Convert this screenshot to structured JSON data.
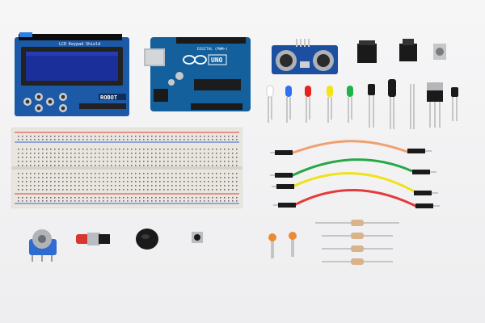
{
  "scene": {
    "background": "#f3f3f4"
  },
  "lcd_shield": {
    "header_text": "LCD Keypad Shield",
    "brand_text": "ROBOT",
    "pcb_color": "#1c5aa8",
    "screen_color": "#1b2f9a"
  },
  "uno": {
    "logo_text": "UNO",
    "board_label": "DIGITAL (PWM~)",
    "pcb_color": "#14609c"
  },
  "ultrasonic": {
    "pcb_color": "#1d4fa0"
  },
  "breadboard": {
    "rows": 2,
    "color": "#e9e6e0"
  },
  "leds": {
    "colors": [
      "#ffffff",
      "#2f6ff0",
      "#e52320",
      "#f3e317",
      "#1fb24a"
    ]
  },
  "jumpers": {
    "colors": [
      "#f0a070",
      "#27a845",
      "#f0e21a",
      "#e43a3a"
    ]
  },
  "resistors": {
    "count": 4
  },
  "icons": [
    "lcd-display-icon",
    "usb-port-icon",
    "button-icon",
    "potentiometer-icon",
    "buzzer-icon",
    "led-icon"
  ]
}
